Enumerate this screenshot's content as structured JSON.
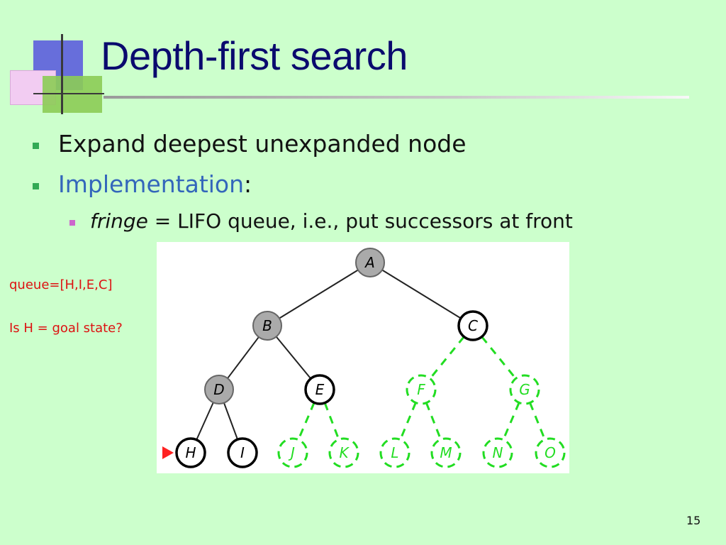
{
  "slide": {
    "title": "Depth-first search",
    "bullets": [
      {
        "text": "Expand deepest unexpanded node"
      },
      {
        "text": "Implementation",
        "suffix": ":"
      }
    ],
    "sub_bullet": {
      "italic": "fringe",
      "rest": " = LIFO queue, i.e., put successors at front"
    },
    "notes": [
      "queue=[H,I,E,C]",
      "Is H = goal state?"
    ],
    "page_number": "15"
  },
  "tree": {
    "nodes": [
      {
        "id": "A",
        "state": "expanded"
      },
      {
        "id": "B",
        "state": "expanded"
      },
      {
        "id": "C",
        "state": "fringe"
      },
      {
        "id": "D",
        "state": "expanded"
      },
      {
        "id": "E",
        "state": "fringe"
      },
      {
        "id": "F",
        "state": "unseen"
      },
      {
        "id": "G",
        "state": "unseen"
      },
      {
        "id": "H",
        "state": "fringe",
        "current": true
      },
      {
        "id": "I",
        "state": "fringe"
      },
      {
        "id": "J",
        "state": "unseen"
      },
      {
        "id": "K",
        "state": "unseen"
      },
      {
        "id": "L",
        "state": "unseen"
      },
      {
        "id": "M",
        "state": "unseen"
      },
      {
        "id": "N",
        "state": "unseen"
      },
      {
        "id": "O",
        "state": "unseen"
      }
    ],
    "edges": [
      [
        "A",
        "B"
      ],
      [
        "A",
        "C"
      ],
      [
        "B",
        "D"
      ],
      [
        "B",
        "E"
      ],
      [
        "C",
        "F"
      ],
      [
        "C",
        "G"
      ],
      [
        "D",
        "H"
      ],
      [
        "D",
        "I"
      ],
      [
        "E",
        "J"
      ],
      [
        "E",
        "K"
      ],
      [
        "F",
        "L"
      ],
      [
        "F",
        "M"
      ],
      [
        "G",
        "N"
      ],
      [
        "G",
        "O"
      ]
    ],
    "colors": {
      "expanded_fill": "#aaaaaa",
      "black": "#000000",
      "unseen": "#22dd22",
      "pointer": "#ff2222"
    }
  }
}
